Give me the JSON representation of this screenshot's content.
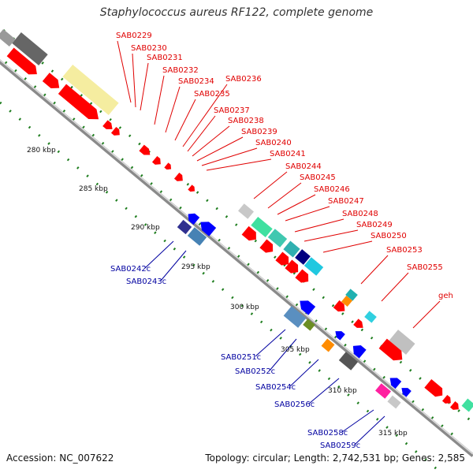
{
  "title": "Staphylococcus aureus RF122, complete genome",
  "footer": {
    "accession": "Accession: NC_007622",
    "summary": "Topology: circular; Length: 2,742,531 bp; Genes: 2,585"
  },
  "colors": {
    "forward_label": "#e00000",
    "reverse_label": "#0000a0",
    "backbone": "#8a8a8a",
    "tick": "#1e7d1e"
  },
  "ticks": [
    "280 kbp",
    "285 kbp",
    "290 kbp",
    "295 kbp",
    "300 kbp",
    "305 kbp",
    "310 kbp",
    "315 kbp"
  ],
  "forward_labels": [
    "SAB0229",
    "SAB0230",
    "SAB0231",
    "SAB0232",
    "SAB0234",
    "SAB0235",
    "SAB0236",
    "SAB0237",
    "SAB0238",
    "SAB0239",
    "SAB0240",
    "SAB0241",
    "SAB0244",
    "SAB0245",
    "SAB0246",
    "SAB0247",
    "SAB0248",
    "SAB0249",
    "SAB0250",
    "SAB0253",
    "SAB0255",
    "geh"
  ],
  "reverse_labels": [
    "SAB0242c",
    "SAB0243c",
    "SAB0251c",
    "SAB0252c",
    "SAB0254c",
    "SAB0256c",
    "SAB0258c",
    "SAB0259c"
  ]
}
